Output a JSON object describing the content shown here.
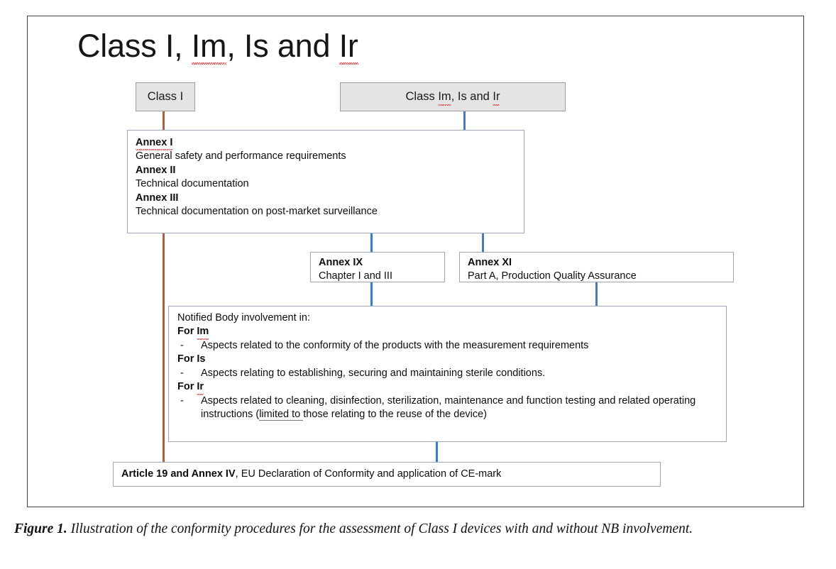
{
  "figure": {
    "title": "Class I, Im, Is and Ir",
    "title_parts": [
      {
        "text": "Class I, ",
        "misspelled": false
      },
      {
        "text": "Im",
        "misspelled": true
      },
      {
        "text": ", Is and ",
        "misspelled": false
      },
      {
        "text": "Ir",
        "misspelled": true
      }
    ],
    "caption_label": "Figure 1.",
    "caption_text": "Illustration of the conformity procedures for the assessment of Class I devices with and without NB involvement."
  },
  "colors": {
    "class_box_fill": "#e4e4e4",
    "class_box_border": "#9d9d9d",
    "node_border": "#9aa6b6",
    "connector_blue": "#3e7cc4",
    "connector_orange": "#c05a2a",
    "frame_border": "#3f3f3f",
    "squiggle_red": "#e8262b"
  },
  "nodes": {
    "class_i": {
      "label": "Class I"
    },
    "class_imisir": {
      "label": "Class Im, Is and Ir",
      "parts": [
        {
          "text": "Class ",
          "misspelled": false
        },
        {
          "text": "Im",
          "misspelled": true
        },
        {
          "text": ", Is and ",
          "misspelled": false
        },
        {
          "text": "Ir",
          "misspelled": true
        }
      ]
    },
    "annexes": {
      "rows": [
        {
          "heading": "Annex I",
          "heading_misspelled": true,
          "body": "General safety and performance requirements"
        },
        {
          "heading": "Annex II",
          "heading_misspelled": false,
          "body": "Technical documentation"
        },
        {
          "heading": "Annex III",
          "heading_misspelled": false,
          "body": "Technical documentation on post-market surveillance"
        }
      ]
    },
    "annex_ix": {
      "heading": "Annex IX",
      "body": "Chapter I and III"
    },
    "annex_xi": {
      "heading": "Annex XI",
      "body": "Part A, Production Quality Assurance"
    },
    "notified_body": {
      "intro": "Notified Body involvement in:",
      "groups": [
        {
          "heading_prefix": "For ",
          "heading_code": "Im",
          "heading_misspelled": true,
          "bullets": [
            {
              "dash": "-",
              "text": "Aspects related to the conformity of the products with the measurement requirements"
            }
          ]
        },
        {
          "heading_prefix": "For ",
          "heading_code": "Is",
          "heading_misspelled": false,
          "bullets": [
            {
              "dash": "-",
              "text": "Aspects relating to establishing, securing and maintaining sterile conditions."
            }
          ]
        },
        {
          "heading_prefix": "For ",
          "heading_code": "Ir",
          "heading_misspelled": true,
          "bullets": [
            {
              "dash": "-",
              "text_before": "Aspects related to cleaning, disinfection, sterilization, maintenance and function testing and related operating instructions (",
              "text_underlined": "limited to ",
              "text_after": "those relating to the reuse of the device)"
            }
          ]
        }
      ]
    },
    "article_19": {
      "bold": "Article 19 and Annex IV",
      "rest": ", EU Declaration of Conformity and application of CE-mark"
    }
  }
}
